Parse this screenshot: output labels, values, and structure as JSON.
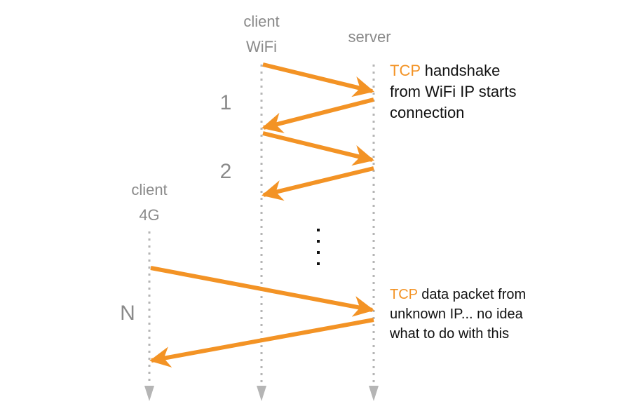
{
  "colors": {
    "arrow": "#F39325",
    "lifeline": "#B5B5B5",
    "label": "#8A8A8A",
    "note_text": "#111111",
    "note_accent": "#F39325"
  },
  "participants": {
    "client_wifi": {
      "line1": "client",
      "line2": "WiFi"
    },
    "server": {
      "line1": "server"
    },
    "client_4g": {
      "line1": "client",
      "line2": "4G"
    }
  },
  "step_labels": {
    "s1": "1",
    "s2": "2",
    "sN": "N"
  },
  "notes": {
    "handshake": {
      "accent": "TCP",
      "line1_rest": " handshake",
      "line2": "from WiFi IP starts",
      "line3": "connection"
    },
    "unknown": {
      "accent": "TCP",
      "line1_rest": " data packet from",
      "line2": "unknown IP... no idea",
      "line3": "what to do with this"
    }
  }
}
